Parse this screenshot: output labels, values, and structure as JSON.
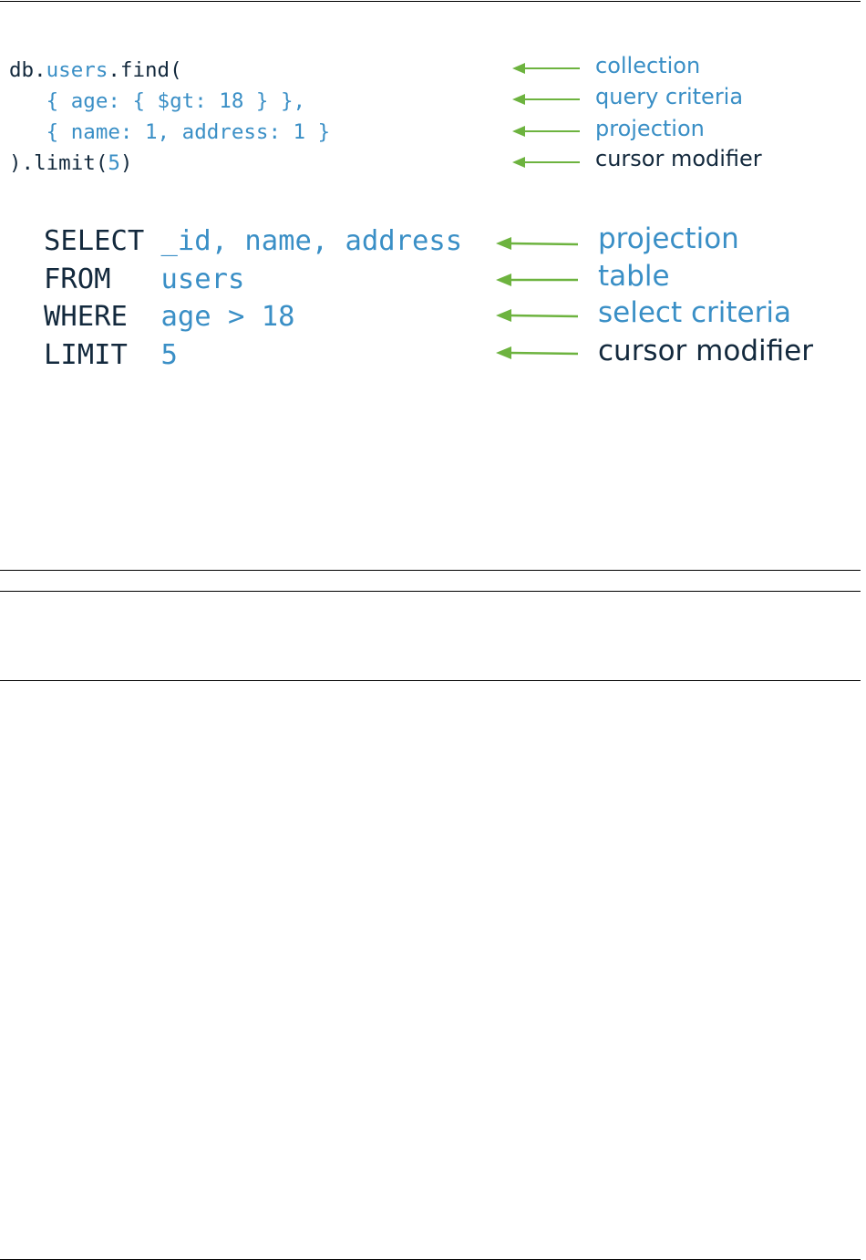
{
  "diagram": {
    "mongo_query": {
      "lines": [
        [
          {
            "text": "db.",
            "tone": "dark"
          },
          {
            "text": "users",
            "tone": "blue"
          },
          {
            "text": ".find(",
            "tone": "dark"
          }
        ],
        [
          {
            "text": "   { age: { $gt: 18 } },",
            "tone": "blue"
          }
        ],
        [
          {
            "text": "   { name: 1, address: 1 }",
            "tone": "blue"
          }
        ],
        [
          {
            "text": ").limit(",
            "tone": "dark"
          },
          {
            "text": "5",
            "tone": "blue"
          },
          {
            "text": ")",
            "tone": "dark"
          }
        ]
      ],
      "annotations": [
        {
          "label": "collection",
          "tone": "blue"
        },
        {
          "label": "query criteria",
          "tone": "blue"
        },
        {
          "label": "projection",
          "tone": "blue"
        },
        {
          "label": "cursor modifier",
          "tone": "dark"
        }
      ]
    },
    "sql_query": {
      "lines": [
        [
          {
            "text": "SELECT ",
            "tone": "dark"
          },
          {
            "text": "_id, name, address",
            "tone": "blue"
          }
        ],
        [
          {
            "text": "FROM   ",
            "tone": "dark"
          },
          {
            "text": "users",
            "tone": "blue"
          }
        ],
        [
          {
            "text": "WHERE  ",
            "tone": "dark"
          },
          {
            "text": "age > 18",
            "tone": "blue"
          }
        ],
        [
          {
            "text": "LIMIT  ",
            "tone": "dark"
          },
          {
            "text": "5",
            "tone": "blue"
          }
        ]
      ],
      "annotations": [
        {
          "label": "projection",
          "tone": "blue"
        },
        {
          "label": "table",
          "tone": "blue"
        },
        {
          "label": "select criteria",
          "tone": "blue"
        },
        {
          "label": "cursor modifier",
          "tone": "dark"
        }
      ]
    },
    "colors": {
      "keyword": "#13293d",
      "value": "#3a8fc6",
      "arrow": "#6db33f",
      "rule": "#000000"
    }
  }
}
